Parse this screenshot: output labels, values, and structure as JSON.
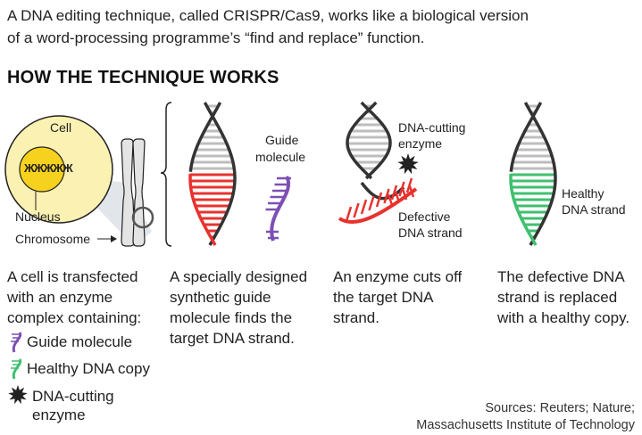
{
  "intro": {
    "line1": "A DNA editing technique, called CRISPR/Cas9, works like a biological version",
    "line2": "of a word-processing programme’s “find and replace” function."
  },
  "heading": "HOW THE TECHNIQUE WORKS",
  "labels": {
    "cell": "Cell",
    "nucleus": "Nucleus",
    "chromosome": "Chromosome",
    "guide_line1": "Guide",
    "guide_line2": "molecule",
    "cutting_line1": "DNA-cutting",
    "cutting_line2": "enzyme",
    "defective_line1": "Defective",
    "defective_line2": "DNA strand",
    "healthy_line1": "Healthy",
    "healthy_line2": "DNA strand"
  },
  "captions": {
    "step1": [
      "A cell is transfected",
      "with an enzyme",
      "complex containing:"
    ],
    "step2": [
      "A specially designed",
      "synthetic guide",
      "molecule finds the",
      "target DNA strand."
    ],
    "step3": [
      "An enzyme cuts off",
      "the target DNA",
      "strand."
    ],
    "step4": [
      "The defective DNA",
      "strand is replaced",
      "with a healthy copy."
    ]
  },
  "legend": {
    "guide": "Guide molecule",
    "healthy": "Healthy DNA copy",
    "cutting_line1": "DNA-cutting",
    "cutting_line2": "enzyme"
  },
  "sources": {
    "line1": "Sources: Reuters; Nature;",
    "line2": "Massachusetts Institute of Technology"
  },
  "colors": {
    "strand": "#333333",
    "rung": "#bdbdbd",
    "red": "#e8322e",
    "purple": "#7d4fb5",
    "green": "#3fbf6f",
    "cell_fill": "#fbf1b3",
    "nucleus_fill": "#f6d21e",
    "chromosome": "#e4e4e4"
  },
  "icons": {
    "cutter": "star-burst-icon",
    "guide": "purple-helix-icon",
    "healthy": "green-helix-icon"
  }
}
